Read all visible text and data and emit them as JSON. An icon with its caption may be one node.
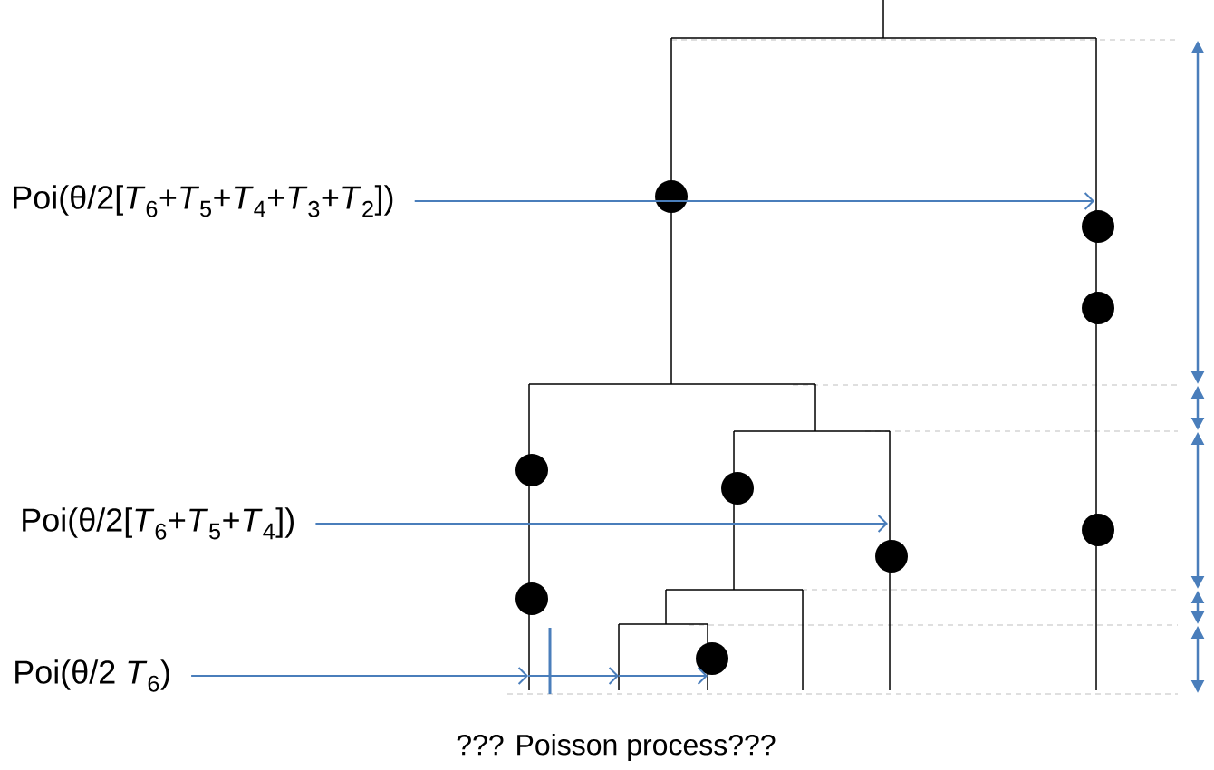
{
  "diagram": {
    "caption": "??? Poisson process???",
    "nodes": [
      {
        "text": [
          "Poi(θ/2[*T*$_{6}$+*T*$_{5}$+*T*$_{4}$+*T*$_{3}$+*T*$_{2}$])"
        ]
      },
      {
        "text": [
          "Poi(θ/2[*T*$_{6}$+*T*$_{5}$+*T*$_{4}$])"
        ]
      },
      {
        "text": [
          "Poi(θ/2 *T*$_{6}$)"
        ]
      }
    ],
    "edges": [
      {
        "from": 0,
        "to": null,
        "arrow": "to"
      },
      {
        "from": 1,
        "to": null,
        "arrow": "to"
      },
      {
        "from": 2,
        "to": null,
        "arrow": "to"
      }
    ]
  }
}
